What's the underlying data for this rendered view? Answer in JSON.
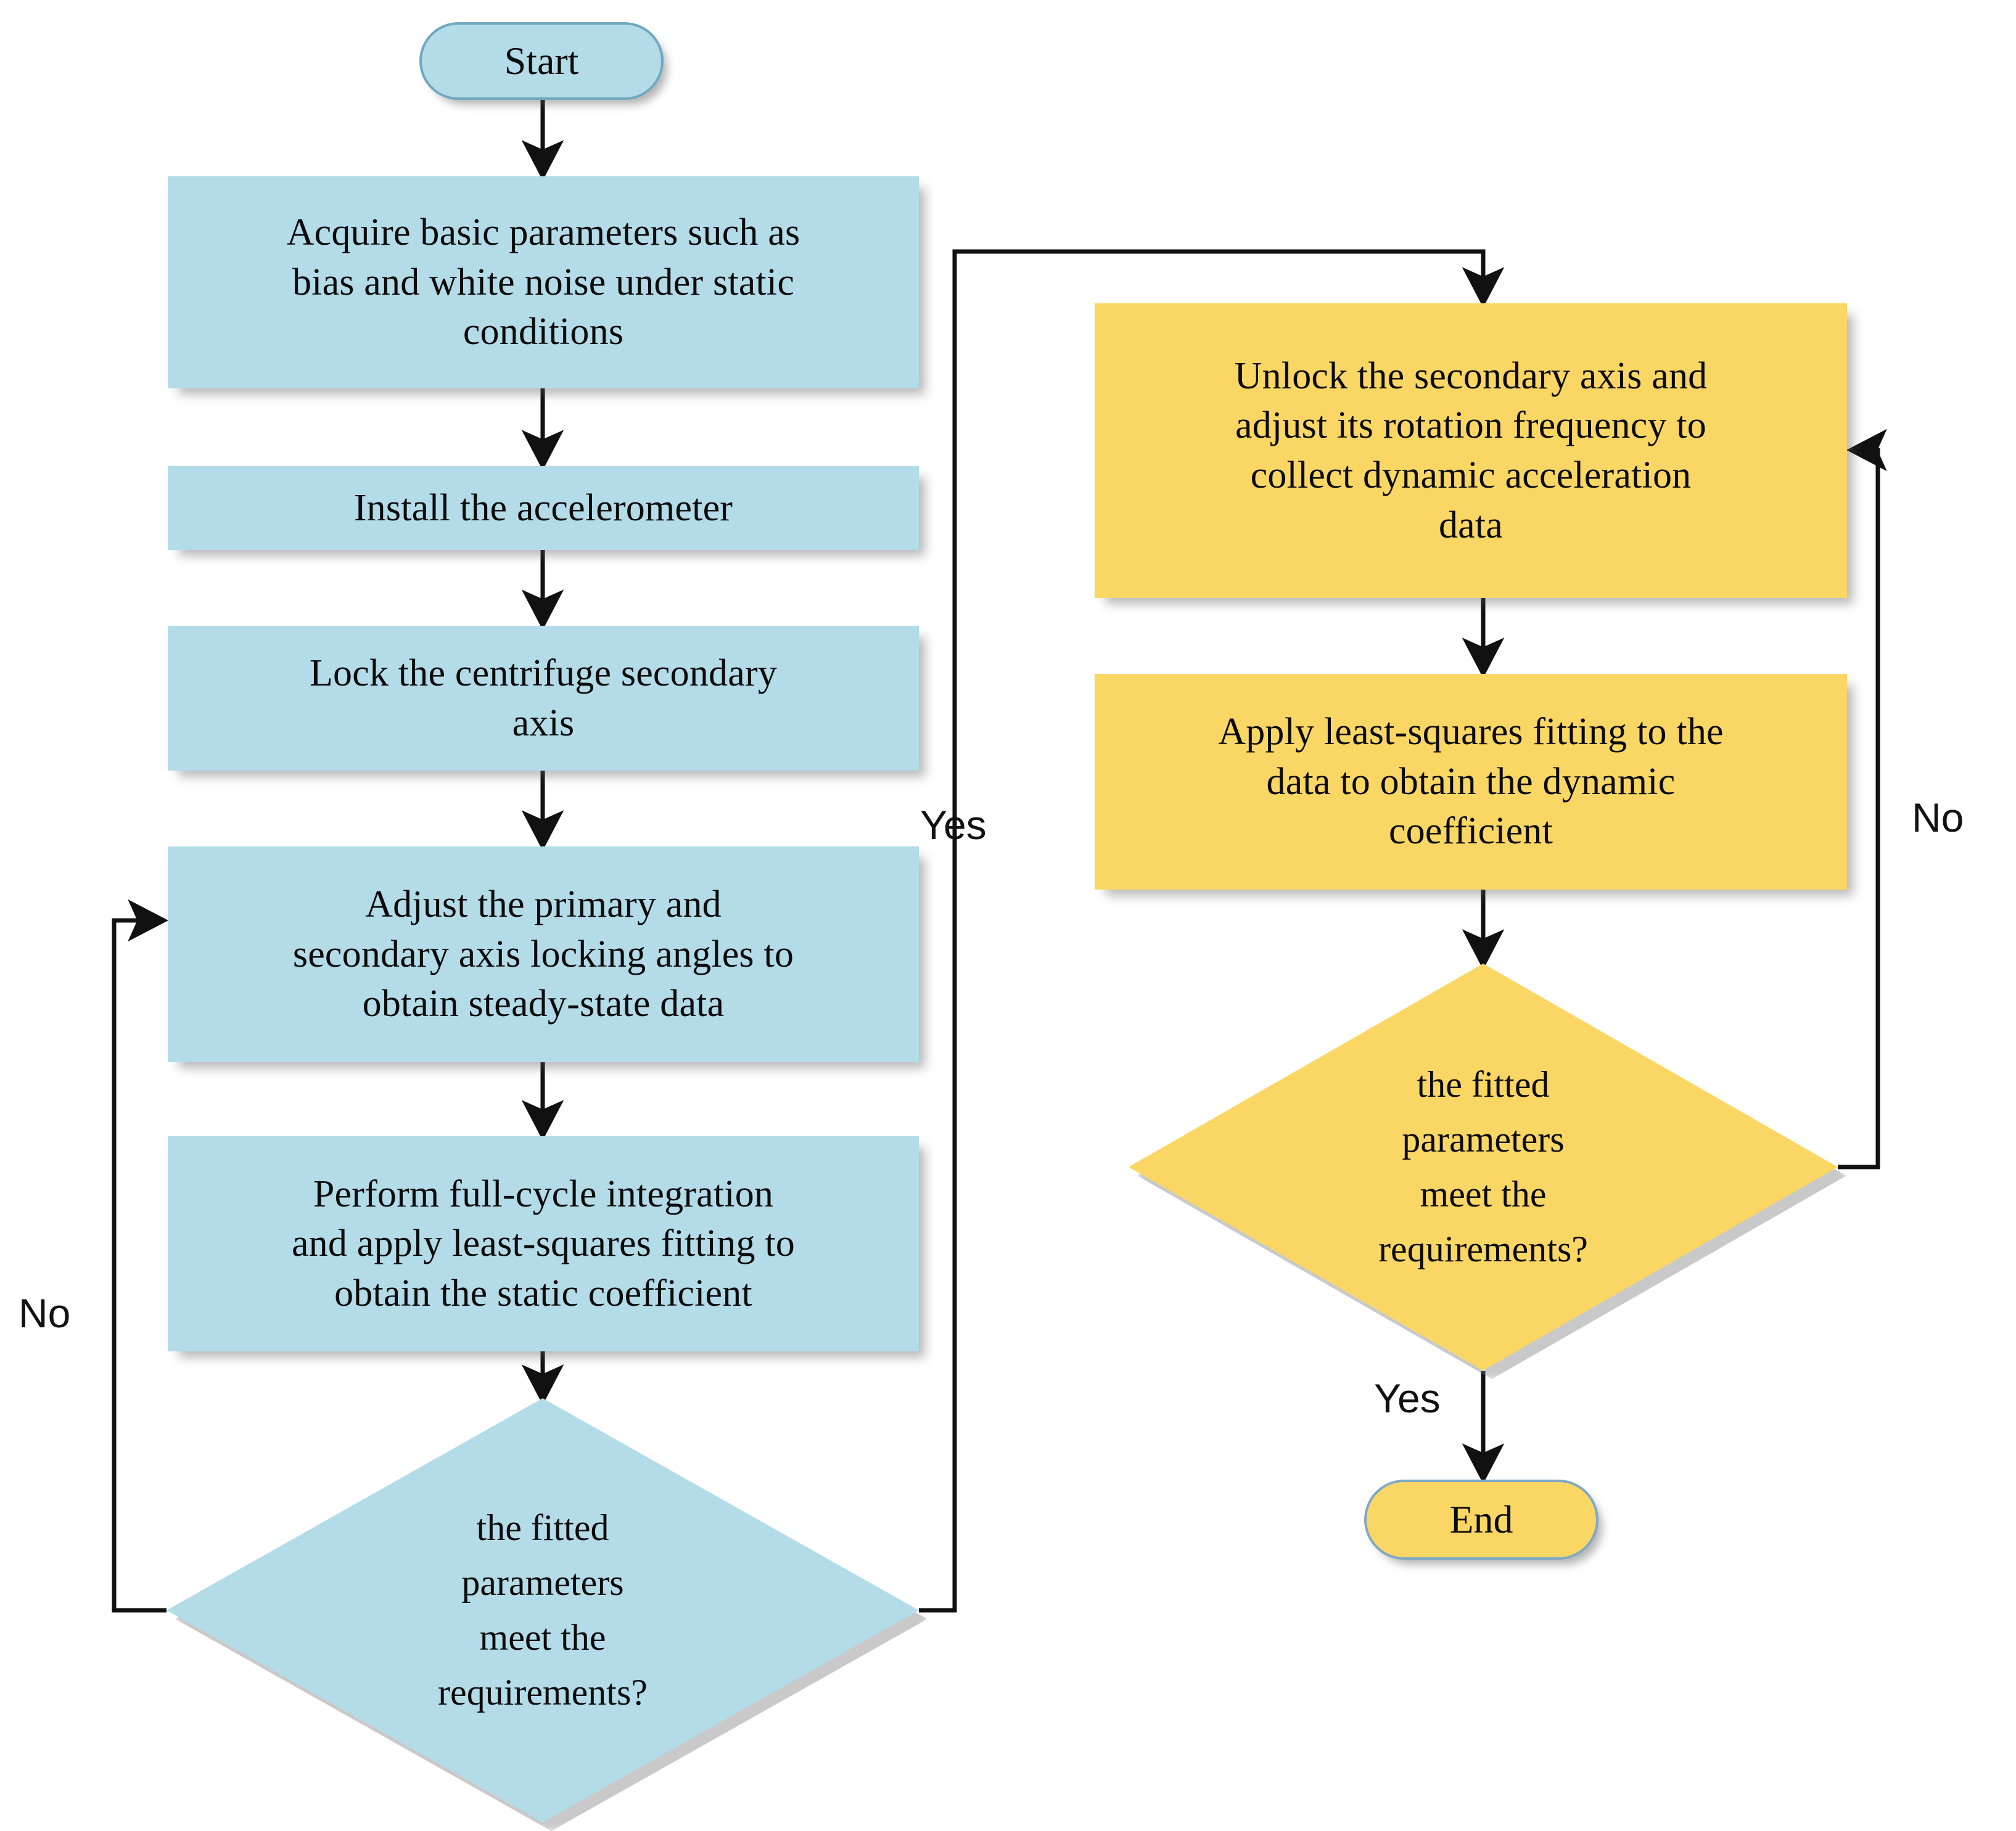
{
  "diagram": {
    "title": "Accelerometer centrifuge calibration flowchart",
    "colors": {
      "static_branch_fill": "#b4dbe8",
      "dynamic_branch_fill": "#fad764",
      "terminator_stroke": "#6fa8c0",
      "edge_stroke": "#111111",
      "background": "#ffffff"
    }
  },
  "nodes": {
    "start": {
      "label": "Start",
      "shape": "terminator",
      "color": "#b4dbe8"
    },
    "acquire_basic": {
      "lines": [
        "Acquire basic parameters such as",
        "bias and white noise under static",
        "conditions"
      ],
      "shape": "process",
      "color": "#b4dbe8"
    },
    "install": {
      "lines": [
        "Install the accelerometer"
      ],
      "shape": "process",
      "color": "#b4dbe8"
    },
    "lock_axis": {
      "lines": [
        "Lock the centrifuge secondary",
        "axis"
      ],
      "shape": "process",
      "color": "#b4dbe8"
    },
    "adjust_angles": {
      "lines": [
        "Adjust the primary and",
        "secondary axis locking angles to",
        "obtain steady-state data"
      ],
      "shape": "process",
      "color": "#b4dbe8"
    },
    "static_fit": {
      "lines": [
        "Perform full-cycle integration",
        "and apply least-squares fitting to",
        "obtain the static coefficient"
      ],
      "shape": "process",
      "color": "#b4dbe8"
    },
    "static_decision": {
      "lines": [
        "the fitted",
        "parameters",
        "meet the",
        "requirements?"
      ],
      "shape": "decision",
      "color": "#b4dbe8"
    },
    "unlock_axis": {
      "lines": [
        "Unlock the secondary axis and",
        "adjust its rotation frequency to",
        "collect dynamic acceleration",
        "data"
      ],
      "shape": "process",
      "color": "#fad764"
    },
    "dynamic_fit": {
      "lines": [
        "Apply least-squares fitting to the",
        "data to obtain the dynamic",
        "coefficient"
      ],
      "shape": "process",
      "color": "#fad764"
    },
    "dynamic_decision": {
      "lines": [
        "the fitted",
        "parameters",
        "meet the",
        "requirements?"
      ],
      "shape": "decision",
      "color": "#fad764"
    },
    "end": {
      "label": "End",
      "shape": "terminator",
      "color": "#fad764"
    }
  },
  "edge_labels": {
    "static_no": "No",
    "static_yes": "Yes",
    "dynamic_no": "No",
    "dynamic_yes": "Yes"
  },
  "chart_data": {
    "type": "flowchart",
    "orientation": "two-column, left = static calibration, right = dynamic calibration",
    "edges": [
      {
        "from": "start",
        "to": "acquire_basic",
        "label": ""
      },
      {
        "from": "acquire_basic",
        "to": "install",
        "label": ""
      },
      {
        "from": "install",
        "to": "lock_axis",
        "label": ""
      },
      {
        "from": "lock_axis",
        "to": "adjust_angles",
        "label": ""
      },
      {
        "from": "adjust_angles",
        "to": "static_fit",
        "label": ""
      },
      {
        "from": "static_fit",
        "to": "static_decision",
        "label": ""
      },
      {
        "from": "static_decision",
        "to": "adjust_angles",
        "label": "No"
      },
      {
        "from": "static_decision",
        "to": "unlock_axis",
        "label": "Yes"
      },
      {
        "from": "unlock_axis",
        "to": "dynamic_fit",
        "label": ""
      },
      {
        "from": "dynamic_fit",
        "to": "dynamic_decision",
        "label": ""
      },
      {
        "from": "dynamic_decision",
        "to": "unlock_axis",
        "label": "No"
      },
      {
        "from": "dynamic_decision",
        "to": "end",
        "label": "Yes"
      }
    ]
  }
}
